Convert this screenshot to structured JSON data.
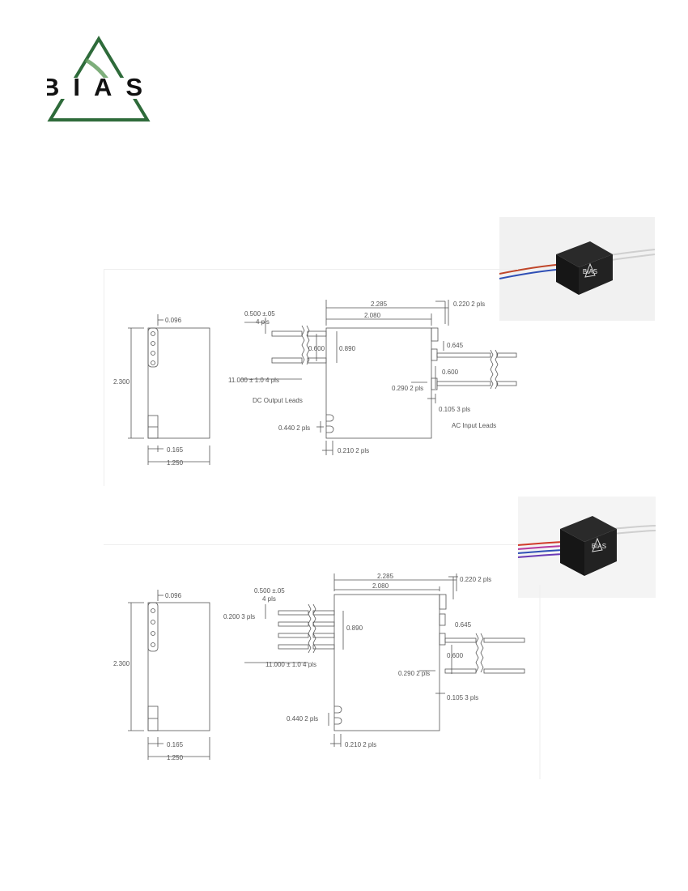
{
  "brand": {
    "logo_text": "BIAS",
    "logo_color": "#2e6b3a"
  },
  "product_label": "BIAS",
  "drawing1": {
    "side": {
      "d096": "0.096",
      "d2300": "2.300",
      "d165": "0.165",
      "d1250": "1.250"
    },
    "front": {
      "d2285": "2.285",
      "d2080": "2.080",
      "d220": "0.220  2 pls",
      "d500": "0.500 ±.05",
      "d4pls": "4 pls",
      "d600a": "0.600",
      "d890": "0.890",
      "d645": "0.645",
      "d600b": "0.600",
      "d290": "0.290  2 pls",
      "d105": "0.105  3 pls",
      "d11000": "11.000 ± 1.0  4 pls",
      "d440": "0.440  2 pls",
      "d210": "0.210  2 pls",
      "dc_label": "DC Output Leads",
      "ac_label": "AC Input Leads"
    }
  },
  "drawing2": {
    "side": {
      "d096": "0.096",
      "d2300": "2.300",
      "d165": "0.165",
      "d1250": "1.250"
    },
    "front": {
      "d2285": "2.285",
      "d2080": "2.080",
      "d220": "0.220  2 pls",
      "d500": "0.500 ±.05",
      "d4pls": "4 pls",
      "d200": "0.200  3 pls",
      "d890": "0.890",
      "d645": "0.645",
      "d600": "0.600",
      "d290": "0.290  2 pls",
      "d105": "0.105  3 pls",
      "d11000": "11.000 ± 1.0  4 pls",
      "d440": "0.440  2 pls",
      "d210": "0.210  2 pls"
    }
  }
}
